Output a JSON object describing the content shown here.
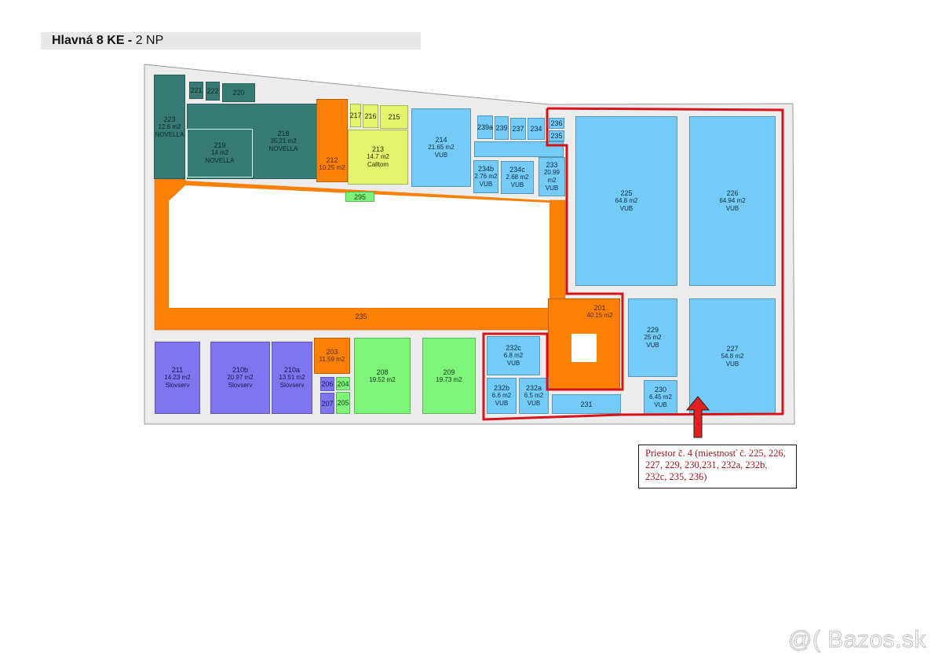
{
  "header": {
    "title_bold": "Hlavná 8 KE -",
    "title_normal": " 2 NP"
  },
  "colors": {
    "novella": "#377a73",
    "common_orange": "#fb8006",
    "calltom": "#e2f46c",
    "vub": "#74cbf7",
    "slovserv": "#7f75ee",
    "green": "#7ff47a",
    "highlight_red": "#d8121a"
  },
  "rooms": {
    "r223": {
      "num": "223",
      "area": "12.6 m2",
      "tenant": "NOVELLA"
    },
    "r221": {
      "num": "221"
    },
    "r222": {
      "num": "222"
    },
    "r220": {
      "num": "220"
    },
    "r218": {
      "num": "218",
      "area": "35.21 m2",
      "tenant": "NOVELLA"
    },
    "r219": {
      "num": "219",
      "area": "14 m2",
      "tenant": "NOVELLA"
    },
    "r212": {
      "num": "212",
      "area": "10.25 m2"
    },
    "r217": {
      "num": "217"
    },
    "r216": {
      "num": "216"
    },
    "r215": {
      "num": "215"
    },
    "r213": {
      "num": "213",
      "area": "14.7 m2",
      "tenant": "Calltom"
    },
    "r295": {
      "num": "295"
    },
    "r214": {
      "num": "214",
      "area": "21.65 m2",
      "tenant": "VUB"
    },
    "r239a": {
      "num": "239a"
    },
    "r239": {
      "num": "239"
    },
    "r237": {
      "num": "237"
    },
    "r234": {
      "num": "234"
    },
    "r236": {
      "num": "236"
    },
    "r235s": {
      "num": "235"
    },
    "r234b": {
      "num": "234b",
      "area": "2.76 m2",
      "tenant": "VUB"
    },
    "r234c": {
      "num": "234c",
      "area": "2.68 m2",
      "tenant": "VUB"
    },
    "r233": {
      "num": "233",
      "area": "20.99 m2",
      "tenant": "VUB"
    },
    "r225": {
      "num": "225",
      "area": "64.8 m2",
      "tenant": "VUB"
    },
    "r226": {
      "num": "226",
      "area": "64.94 m2",
      "tenant": "VUB"
    },
    "r235": {
      "num": "235"
    },
    "r201": {
      "num": "201",
      "area": "40.15 m2"
    },
    "r229": {
      "num": "229",
      "area": "25 m2",
      "tenant": "VUB"
    },
    "r227": {
      "num": "227",
      "area": "54.8 m2",
      "tenant": "VUB"
    },
    "r232c": {
      "num": "232c",
      "area": "6.8 m2",
      "tenant": "VUB"
    },
    "r232b": {
      "num": "232b",
      "area": "6.6 m2",
      "tenant": "VUB"
    },
    "r232a": {
      "num": "232a",
      "area": "6.5 m2",
      "tenant": "VUB"
    },
    "r231": {
      "num": "231"
    },
    "r230": {
      "num": "230",
      "area": "6.45 m2",
      "tenant": "VUB"
    },
    "r211": {
      "num": "211",
      "area": "14.23 m2",
      "tenant": "Slovserv"
    },
    "r210b": {
      "num": "210b",
      "area": "20.97 m2",
      "tenant": "Slovserv"
    },
    "r210a": {
      "num": "210a",
      "area": "13.51 m2",
      "tenant": "Slovserv"
    },
    "r203": {
      "num": "203",
      "area": "11.59 m2"
    },
    "r206": {
      "num": "206"
    },
    "r207": {
      "num": "207"
    },
    "r204": {
      "num": "204"
    },
    "r205": {
      "num": "205"
    },
    "r208": {
      "num": "208",
      "area": "19.52 m2"
    },
    "r209": {
      "num": "209",
      "area": "19.73 m2"
    }
  },
  "callout": {
    "text": "Priestor č. 4 (miestnosť č. 225, 226, 227, 229, 230,231, 232a, 232b, 232c, 235, 236)"
  },
  "watermark": {
    "text": "@( Bazos.sk"
  }
}
